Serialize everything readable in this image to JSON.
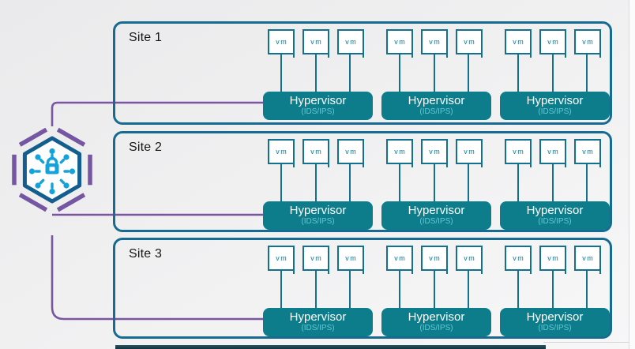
{
  "labels": {
    "vm": "vm",
    "hypervisor": "Hypervisor",
    "ids_ips": "(IDS/IPS)"
  },
  "sites": [
    {
      "label": "Site 1"
    },
    {
      "label": "Site 2"
    },
    {
      "label": "Site 3"
    }
  ],
  "layout": {
    "groups_per_site": 3,
    "vms_per_group": 3
  },
  "icon": {
    "name": "secured-network-lock-hexagon-icon"
  },
  "colors": {
    "site_border": "#176a90",
    "site_label": "#161616",
    "vm_border": "#14708f",
    "vm_text": "#0f7795",
    "hypervisor_fill": "#0d7d8b",
    "hypervisor_text": "#ffffff",
    "ids_text": "#63c8d4",
    "connector_purple": "#7b55a2",
    "hex_outer": "#7456a2",
    "hex_inner": "#135e8e",
    "hex_glyph": "#14a2da"
  }
}
